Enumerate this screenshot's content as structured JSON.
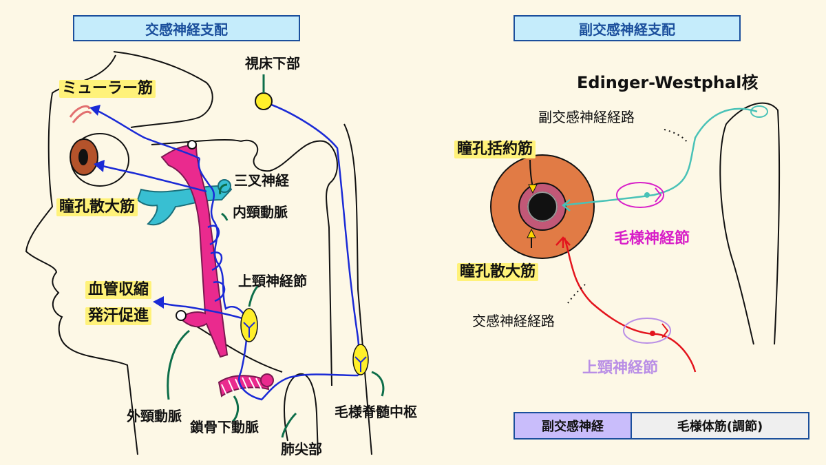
{
  "left_panel": {
    "title": "交感神経支配",
    "labels": {
      "hypothalamus": "視床下部",
      "muller_muscle": "ミューラー筋",
      "trigeminal_nerve": "三叉神経",
      "internal_carotid": "内頸動脈",
      "dilator_pupillae": "瞳孔散大筋",
      "superior_cervical_ganglion": "上頸神経節",
      "vasoconstriction": "血管収縮",
      "sweat_promotion": "発汗促進",
      "external_carotid": "外頸動脈",
      "subclavian_artery": "鎖骨下動脈",
      "lung_apex": "肺尖部",
      "ciliospinal_center": "毛様脊髄中枢"
    }
  },
  "right_panel": {
    "title": "副交感神経支配",
    "labels": {
      "ew_nucleus": "Edinger-Westphal核",
      "parasympathetic_pathway": "副交感神経経路",
      "sphincter_pupillae": "瞳孔括約筋",
      "ciliary_ganglion": "毛様神経節",
      "dilator_pupillae": "瞳孔散大筋",
      "sympathetic_pathway": "交感神経経路",
      "superior_cervical_ganglion": "上頸神経節"
    },
    "table": {
      "col1": "副交感神経",
      "col2": "毛様体筋(調節)"
    }
  },
  "colors": {
    "nerve_blue": "#1a2ad6",
    "artery_pink": "#ea2a8e",
    "parasympathetic_teal": "#49c2b7",
    "ciliary_magenta": "#d81fc8",
    "sympathetic_red": "#e3141d",
    "ganglion_lavender": "#b98ee6",
    "highlight_yellow": "#fff27a",
    "header_blue": "#c5ecfb"
  }
}
